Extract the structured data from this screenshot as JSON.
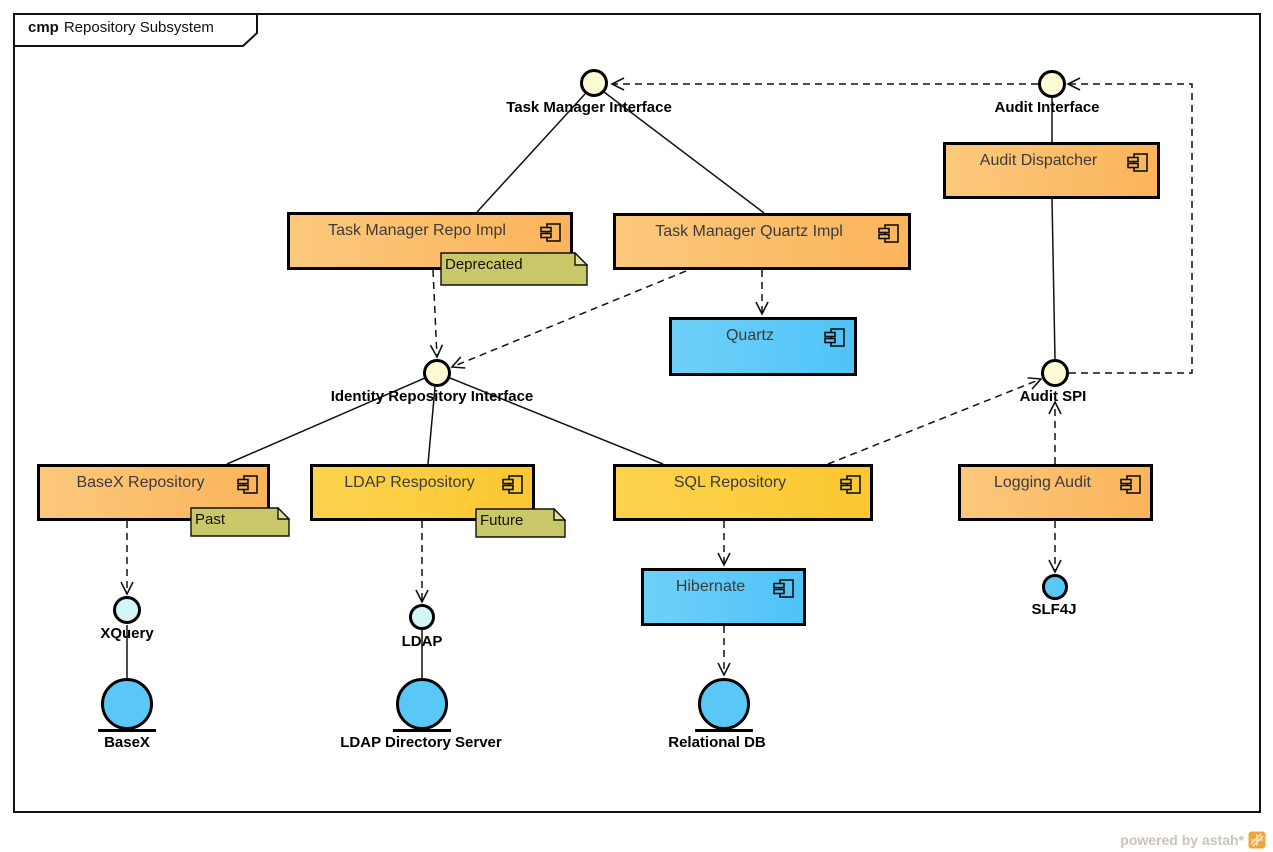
{
  "frame": {
    "keyword": "cmp",
    "title": "Repository Subsystem"
  },
  "interfaces": {
    "task_manager": {
      "label": "Task Manager Interface"
    },
    "audit": {
      "label": "Audit Interface"
    },
    "identity_repository": {
      "label": "Identity Repository Interface"
    },
    "audit_spi": {
      "label": "Audit SPI"
    },
    "xquery": {
      "label": "XQuery"
    },
    "ldap": {
      "label": "LDAP"
    },
    "slf4j": {
      "label": "SLF4J"
    }
  },
  "components": {
    "audit_dispatcher": {
      "label": "Audit Dispatcher"
    },
    "task_manager_repo_impl": {
      "label": "Task Manager Repo Impl"
    },
    "task_manager_quartz_impl": {
      "label": "Task Manager Quartz Impl"
    },
    "quartz": {
      "label": "Quartz"
    },
    "basex_repository": {
      "label": "BaseX Repository"
    },
    "ldap_repository": {
      "label": "LDAP Respository"
    },
    "sql_repository": {
      "label": "SQL Repository"
    },
    "logging_audit": {
      "label": "Logging Audit"
    },
    "hibernate": {
      "label": "Hibernate"
    }
  },
  "notes": {
    "deprecated": {
      "text": "Deprecated"
    },
    "past": {
      "text": "Past"
    },
    "future": {
      "text": "Future"
    }
  },
  "nodes": {
    "basex": {
      "label": "BaseX"
    },
    "ldap_directory_server": {
      "label": "LDAP Directory Server"
    },
    "relational_db": {
      "label": "Relational DB"
    }
  },
  "watermark": {
    "text": "powered by astah*"
  },
  "colors": {
    "component_orange": "#FBB862",
    "component_gold": "#FBC937",
    "component_blue": "#59C8F7",
    "interface_yellow": "#FBFAD2",
    "interface_cyan": "#D5F6F6",
    "node_blue": "#59C8F7",
    "note_olive": "#C9C768"
  }
}
